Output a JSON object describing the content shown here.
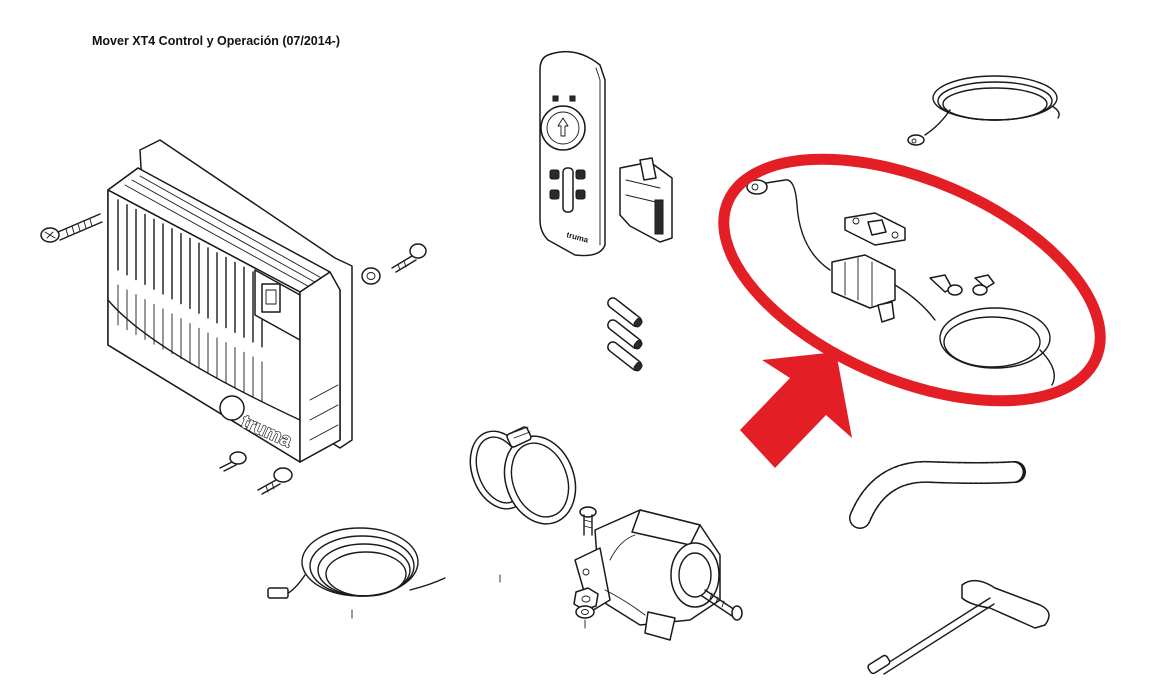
{
  "document": {
    "title": "Mover XT4 Control y Operación (07/2014-)"
  },
  "branding": {
    "logo_text": "truma",
    "remote_logo_text": "truma"
  },
  "highlight": {
    "ring_color": "#e31e24",
    "arrow_color": "#e31e24"
  },
  "icons": {
    "remote_center": "up-arrow-icon",
    "remote_buttons": [
      "left-rotate-icon",
      "right-rotate-icon",
      "left-rotate-icon",
      "right-rotate-icon"
    ]
  }
}
